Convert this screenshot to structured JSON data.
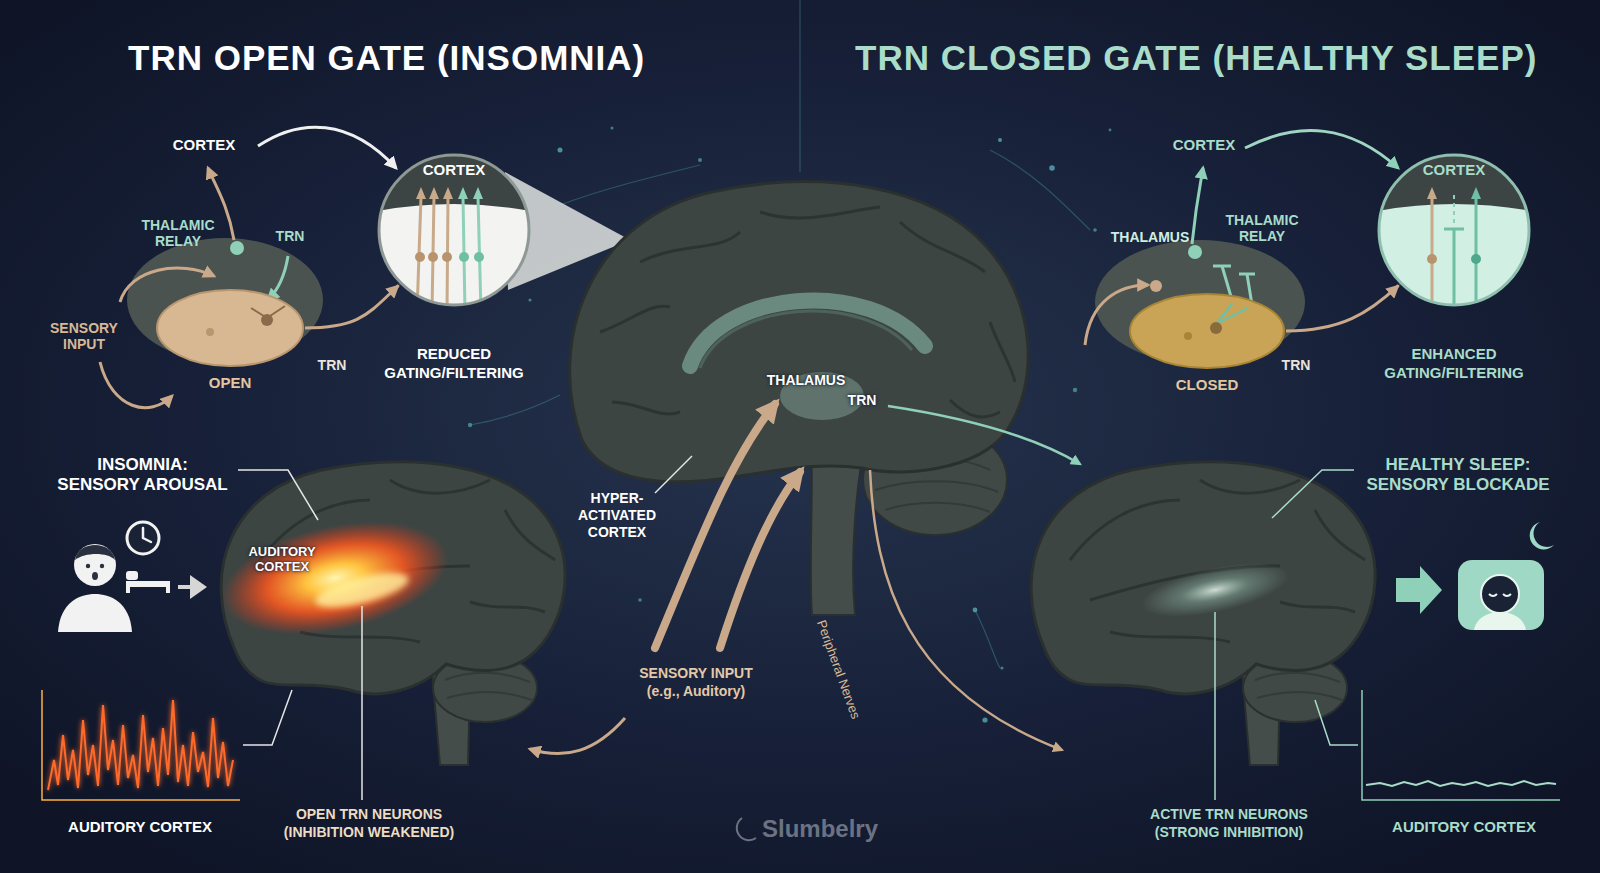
{
  "diagram": {
    "nodes": [
      {
        "text": [
          "CORTEX",
          "REDUCED GATING/FILTERING"
        ]
      },
      {
        "text": [
          "OPEN"
        ]
      },
      {
        "text": [
          "CORTEX",
          "ENHANCED GATING/FILTERING"
        ]
      },
      {
        "text": [
          "CLOSED"
        ]
      }
    ],
    "edges": [
      {
        "from": 1,
        "to": 0,
        "arrow": "to"
      },
      {
        "from": 3,
        "to": 2,
        "arrow": "to"
      }
    ],
    "labels": [
      "TRN OPEN GATE (INSOMNIA)",
      "TRN CLOSED GATE (HEALTHY SLEEP)",
      "CORTEX",
      "THALAMIC RELAY",
      "TRN",
      "SENSORY INPUT",
      "TRN",
      "CORTEX",
      "THALAMUS",
      "THALAMIC RELAY",
      "TRN",
      "THALAMUS",
      "TRN",
      "HYPER- ACTIVATED CORTEX",
      "INSOMNIA: SENSORY AROUSAL",
      "AUDITORY CORTEX",
      "AUDITORY CORTEX",
      "OPEN TRN NEURONS (INHIBITION WEAKENED)",
      "SENSORY INPUT (e.g., Auditory)",
      "Peripheral Nerves",
      "HEALTHY SLEEP: SENSORY BLOCKADE",
      "ACTIVE TRN NEURONS (STRONG INHIBITION)",
      "AUDITORY CORTEX",
      "Slumbelry"
    ]
  }
}
